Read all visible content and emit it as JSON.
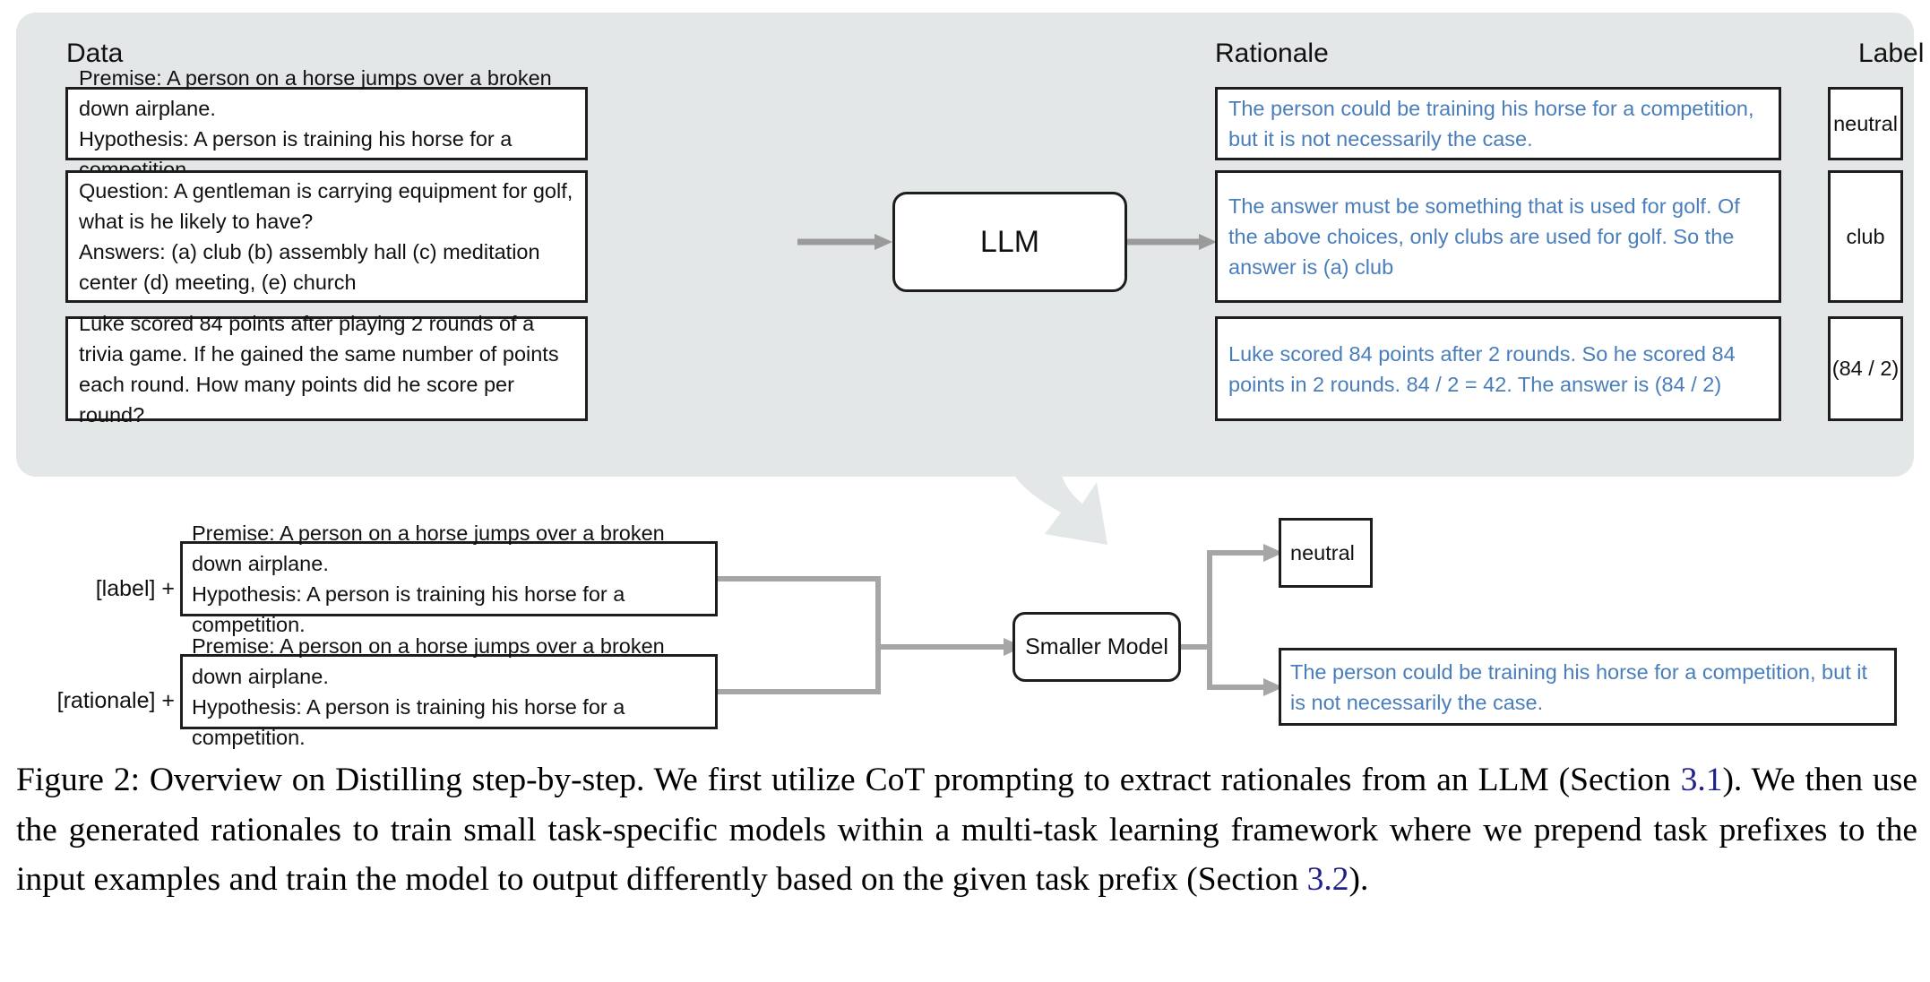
{
  "figure": {
    "top_panel": {
      "headings": {
        "data": "Data",
        "rationale": "Rationale",
        "label": "Label"
      },
      "model_label": "LLM",
      "rows": [
        {
          "data": "Premise: A person on a horse jumps over a broken down airplane.\nHypothesis: A person is training his horse for a competition.",
          "rationale": "The person could be training his horse for a competition, but it is not necessarily the case.",
          "label": "neutral"
        },
        {
          "data": "Question: A gentleman is carrying equipment for golf, what is he likely to have?\nAnswers: (a) club (b) assembly hall (c) meditation center (d) meeting, (e) church",
          "rationale": "The answer must be something that is used for golf. Of the above choices, only clubs are used for golf. So the answer is (a) club",
          "label": "club"
        },
        {
          "data": "Luke scored 84 points after playing 2 rounds of a trivia game. If he gained the same number of points each round. How many points did he score per round?",
          "rationale": "Luke scored 84 points after 2 rounds. So he scored 84 points in 2 rounds. 84 / 2 = 42. The answer is (84 / 2)",
          "label": "(84 / 2)"
        }
      ]
    },
    "bottom_panel": {
      "model_label": "Smaller Model",
      "inputs": [
        {
          "prefix": "[label] +",
          "text": "Premise: A person on a horse jumps over a broken down airplane.\nHypothesis: A person is training his horse for a competition."
        },
        {
          "prefix": "[rationale] +",
          "text": "Premise: A person on a horse jumps over a broken down airplane.\nHypothesis: A person is training his horse for a competition."
        }
      ],
      "outputs": [
        {
          "text": "neutral",
          "style": "label"
        },
        {
          "text": "The person could be training his horse for a competition, but it is not necessarily the case.",
          "style": "rationale"
        }
      ]
    },
    "caption": {
      "part1": "Figure 2: Overview on Distilling step-by-step. We first utilize CoT prompting to extract rationales from an LLM (Section ",
      "ref1": "3.1",
      "part2": "). We then use the generated rationales to train small task-specific models within a multi-task learning framework where we prepend task prefixes to the input examples and train the model to output differently based on the given task prefix (Section ",
      "ref2": "3.2",
      "part3": ")."
    },
    "colors": {
      "panel_bg": "#e3e7e8",
      "rationale_text": "#4a7ebb",
      "arrow_gray": "#9a9a9a",
      "connector_gray": "#a6a6a6",
      "reference_blue": "#20208a"
    }
  }
}
